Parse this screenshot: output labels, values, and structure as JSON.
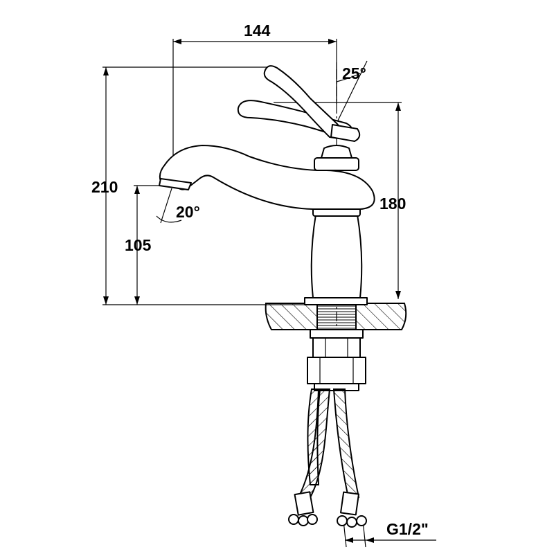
{
  "dimensions": {
    "width": "144",
    "total_height": "210",
    "spout_height": "105",
    "body_height": "180",
    "spout_angle": "20°",
    "lever_angle": "25°",
    "thread": "G1/2\""
  }
}
